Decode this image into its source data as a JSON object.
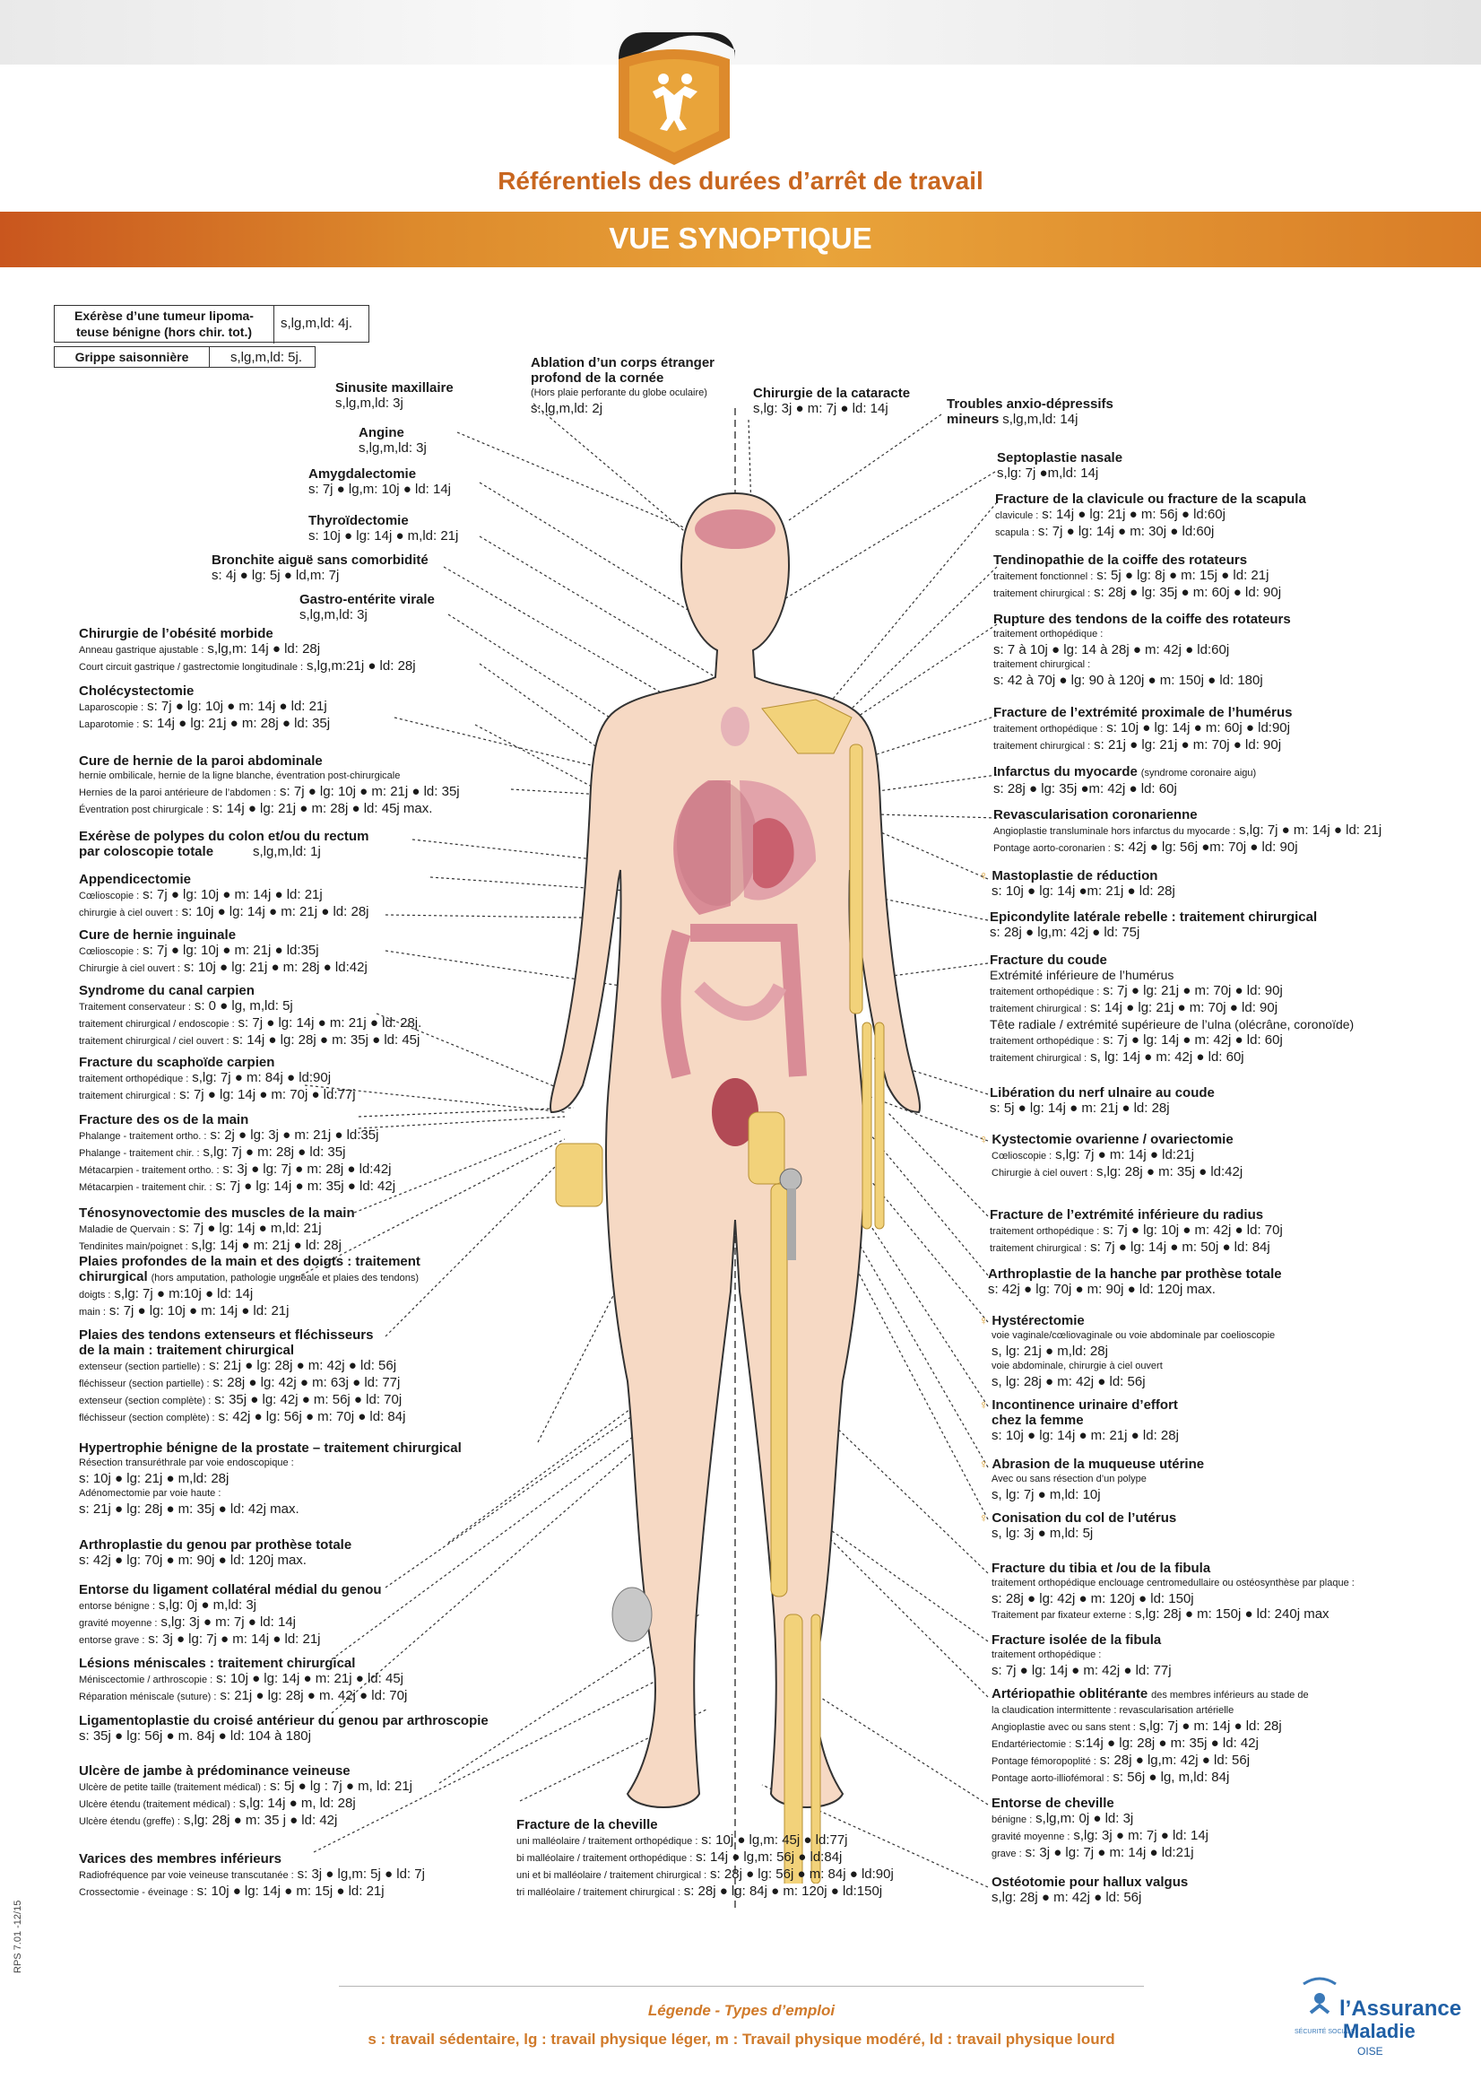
{
  "header": {
    "title": "Référentiels des durées d’arrêt de travail",
    "banner": "VUE SYNOPTIQUE"
  },
  "top_boxes": [
    {
      "name": "Exérèse d’une tumeur lipoma-",
      "name2": "teuse bénigne (hors chir. tot.)",
      "value": "s,lg,m,ld: 4j."
    },
    {
      "name": "Grippe saisonnière",
      "value": "s,lg,m,ld: 5j."
    }
  ],
  "top_center": {
    "cornee": {
      "l1": "Ablation d’un corps étranger",
      "l2": "profond de la cornée",
      "l3": "(Hors plaie perforante du globe oculaire)",
      "l4": "s:,lg,m,ld: 2j"
    },
    "cataracte": {
      "l1": "Chirurgie de la cataracte",
      "l2": "s,lg: 3j ● m: 7j ● ld: 14j"
    }
  },
  "left": {
    "sinusite": {
      "h": "Sinusite maxillaire",
      "v": "s,lg,m,ld: 3j"
    },
    "angine": {
      "h": "Angine",
      "v": "s,lg,m,ld: 3j"
    },
    "amygda": {
      "h": "Amygdalectomie",
      "v": "s: 7j ● lg,m: 10j ● ld: 14j"
    },
    "thyro": {
      "h": "Thyroïdectomie",
      "v": "s: 10j ● lg: 14j ● m,ld: 21j"
    },
    "bronchite": {
      "h": "Bronchite aiguë sans comorbidité",
      "v": "s: 4j ● lg: 5j ● ld,m: 7j"
    },
    "gastro": {
      "h": "Gastro-entérite virale",
      "v": "s,lg,m,ld: 3j"
    },
    "obesite": {
      "h": "Chirurgie de l’obésité morbide",
      "a1": "Anneau gastrique ajustable :",
      "v1": "s,lg,m: 14j ● ld: 28j",
      "a2": "Court circuit gastrique / gastrectomie longitudinale :",
      "v2": "s,lg,m:21j ● ld: 28j"
    },
    "chole": {
      "h": "Cholécystectomie",
      "a1": "Laparoscopie :",
      "v1": "s: 7j ● lg: 10j ● m: 14j ● ld: 21j",
      "a2": "Laparotomie :",
      "v2": "s: 14j ● lg: 21j ● m: 28j ● ld: 35j"
    },
    "hernie_paroi": {
      "h": "Cure de hernie de la paroi abdominale",
      "s": "hernie ombilicale, hernie de la ligne blanche, éventration post-chirurgicale",
      "a1": "Hernies de la paroi antérieure de l’abdomen :",
      "v1": "s: 7j ● lg: 10j ● m: 21j ● ld: 35j",
      "a2": "Éventration post chirurgicale :",
      "v2": "s: 14j ● lg: 21j ● m: 28j ● ld: 45j max."
    },
    "polypes": {
      "h": "Exérèse de polypes du colon et/ou du rectum",
      "h2": "par coloscopie totale",
      "v": "s,lg,m,ld: 1j"
    },
    "appendice": {
      "h": "Appendicectomie",
      "a1": "Cœlioscopie :",
      "v1": "s: 7j ● lg: 10j ● m: 14j ● ld: 21j",
      "a2": "chirurgie à ciel ouvert :",
      "v2": "s: 10j ● lg: 14j ● m: 21j ● ld: 28j"
    },
    "inguinale": {
      "h": "Cure de hernie inguinale",
      "a1": "Cœlioscopie :",
      "v1": "s: 7j ● lg: 10j ● m: 21j ● ld:35j",
      "a2": "Chirurgie à ciel ouvert :",
      "v2": "s: 10j ● lg: 21j ● m: 28j ● ld:42j"
    },
    "carpien": {
      "h": "Syndrome du canal carpien",
      "a1": "Traitement conservateur :",
      "v1": "s: 0 ● lg, m,ld: 5j",
      "a2": "traitement chirurgical / endoscopie :",
      "v2": "s: 7j ● lg: 14j ● m: 21j ● ld: 28j.",
      "a3": "traitement chirurgical / ciel ouvert :",
      "v3": "s: 14j ● lg: 28j ● m: 35j ● ld: 45j"
    },
    "scaphoide": {
      "h": "Fracture du scaphoïde carpien",
      "a1": "traitement orthopédique :",
      "v1": "s,lg: 7j ● m: 84j ● ld:90j",
      "a2": "traitement chirurgical :",
      "v2": "s: 7j ● lg: 14j ● m: 70j ● ld:77j"
    },
    "os_main": {
      "h": "Fracture des os de la main",
      "a1": "Phalange - traitement ortho. :",
      "v1": "s: 2j ● lg: 3j ● m: 21j ● ld:35j",
      "a2": "Phalange - traitement chir. :",
      "v2": "s,lg: 7j ● m: 28j ● ld: 35j",
      "a3": "Métacarpien - traitement ortho. :",
      "v3": "s: 3j ● lg: 7j ● m: 28j ● ld:42j",
      "a4": "Métacarpien - traitement chir. :",
      "v4": "s: 7j ● lg: 14j ● m: 35j ● ld: 42j"
    },
    "teno": {
      "h": "Ténosynovectomie des muscles de la main",
      "a1": "Maladie de Quervain :",
      "v1": "s: 7j ● lg: 14j ● m,ld: 21j",
      "a2": "Tendinites main/poignet :",
      "v2": "s,lg: 14j ● m: 21j ● ld: 28j"
    },
    "plaies": {
      "h": "Plaies profondes de la main et des doigts : traitement",
      "h2": "chirurgical",
      "s": "(hors amputation, pathologie unguéale et plaies des tendons)",
      "a1": "doigts :",
      "v1": "s,lg: 7j ● m:10j ● ld: 14j",
      "a2": "main :",
      "v2": "s: 7j ● lg: 10j ● m: 14j ● ld: 21j"
    },
    "tendons": {
      "h": "Plaies des tendons extenseurs et fléchisseurs",
      "h2": "de la main : traitement chirurgical",
      "a1": "extenseur (section partielle) :",
      "v1": "s: 21j ● lg: 28j ● m: 42j ● ld: 56j",
      "a2": "fléchisseur (section partielle) :",
      "v2": "s: 28j ● lg: 42j ● m: 63j ● ld: 77j",
      "a3": "extenseur (section complète) :",
      "v3": "s: 35j ● lg: 42j ● m: 56j ● ld: 70j",
      "a4": "fléchisseur (section complète) :",
      "v4": "s: 42j ● lg: 56j ● m: 70j ● ld: 84j"
    },
    "prostate": {
      "h": "Hypertrophie bénigne de la prostate – traitement chirurgical",
      "a1": "Résection transuréthrale par voie endoscopique :",
      "v1": "s: 10j ● lg: 21j ● m,ld: 28j",
      "a2": "Adénomectomie par voie haute :",
      "v2": "s: 21j ● lg: 28j ● m: 35j ● ld: 42j max."
    },
    "genou": {
      "h": "Arthroplastie du genou par prothèse totale",
      "v": "s: 42j ● lg: 70j ● m: 90j ● ld: 120j max."
    },
    "entorse_genou": {
      "h": "Entorse du ligament collatéral médial du genou",
      "a1": "entorse bénigne :",
      "v1": "s,lg: 0j ● m,ld: 3j",
      "a2": "gravité moyenne :",
      "v2": "s,lg: 3j ● m: 7j ● ld: 14j",
      "a3": "entorse grave :",
      "v3": "s: 3j ● lg: 7j ● m: 14j ● ld: 21j"
    },
    "menisque": {
      "h": "Lésions méniscales : traitement chirurgical",
      "a1": "Méniscectomie / arthroscopie :",
      "v1": "s: 10j ● lg: 14j ● m: 21j ● ld: 45j",
      "a2": "Réparation méniscale (suture) :",
      "v2": "s: 21j ● lg: 28j ● m. 42j ● ld: 70j"
    },
    "croise": {
      "h": "Ligamentoplastie du croisé antérieur du genou par arthroscopie",
      "v": "s: 35j ● lg: 56j ● m. 84j ● ld: 104 à 180j"
    },
    "ulcere": {
      "h": "Ulcère de jambe à prédominance veineuse",
      "a1": "Ulcère de petite taille (traitement médical) :",
      "v1": "s: 5j ● lg : 7j ● m, ld: 21j",
      "a2": "Ulcère étendu (traitement médical) :",
      "v2": "s,lg: 14j ● m, ld: 28j",
      "a3": "Ulcère étendu (greffe) :",
      "v3": "s,lg: 28j ● m: 35 j ● ld: 42j"
    },
    "varices": {
      "h": "Varices des membres inférieurs",
      "a1": "Radiofréquence par voie veineuse transcutanée :",
      "v1": "s: 3j ● lg,m: 5j ● ld: 7j",
      "a2": "Crossectomie - éveinage :",
      "v2": "s: 10j ● lg: 14j ● m: 15j ● ld: 21j"
    }
  },
  "bottom_center": {
    "h": "Fracture de la cheville",
    "a1": "uni malléolaire / traitement orthopédique :",
    "v1": "s: 10j ● lg,m: 45j ● ld:77j",
    "a2": "bi malléolaire / traitement orthopédique :",
    "v2": "s: 14j ● lg,m: 56j ● ld:84j",
    "a3": "uni et bi malléolaire / traitement chirurgical :",
    "v3": "s: 28j ● lg: 56j ● m: 84j ● ld:90j",
    "a4": "tri malléolaire / traitement chirurgical :",
    "v4": "s: 28j ● lg: 84j ● m: 120j ● ld:150j"
  },
  "right": {
    "anxio": {
      "h": "Troubles anxio-dépressifs",
      "h2": "mineurs",
      "v": "s,lg,m,ld: 14j"
    },
    "septo": {
      "h": "Septoplastie nasale",
      "v": "s,lg: 7j ●m,ld: 14j"
    },
    "clavicule": {
      "h": "Fracture de la clavicule ou fracture de la scapula",
      "a1": "clavicule :",
      "v1": "s: 14j ● lg: 21j ● m: 56j ● ld:60j",
      "a2": "scapula :",
      "v2": "s: 7j ● lg: 14j ● m: 30j ● ld:60j"
    },
    "coiffe": {
      "h": "Tendinopathie de la coiffe des rotateurs",
      "a1": "traitement fonctionnel :",
      "v1": "s: 5j ● lg: 8j ● m: 15j ● ld: 21j",
      "a2": "traitement chirurgical :",
      "v2": "s: 28j ● lg: 35j ● m: 60j ● ld: 90j"
    },
    "rupture": {
      "h": "Rupture des tendons de la coiffe des rotateurs",
      "a1": "traitement orthopédique :",
      "v1": "s: 7 à 10j ● lg: 14 à 28j ● m: 42j ● ld:60j",
      "a2": "traitement chirurgical :",
      "v2": "s: 42 à 70j ● lg: 90 à 120j ● m: 150j ● ld: 180j"
    },
    "humerus": {
      "h": "Fracture de l’extrémité proximale de l’humérus",
      "a1": "traitement orthopédique :",
      "v1": "s: 10j ● lg: 14j ● m: 60j ● ld:90j",
      "a2": "traitement chirurgical :",
      "v2": "s: 21j ● lg: 21j ● m: 70j ● ld: 90j"
    },
    "infarctus": {
      "h": "Infarctus du myocarde",
      "s": "(syndrome coronaire aigu)",
      "v": "s: 28j ● lg: 35j ●m: 42j ● ld: 60j"
    },
    "revasc": {
      "h": "Revascularisation coronarienne",
      "a1": "Angioplastie transluminale hors infarctus du myocarde :",
      "v1": "s,lg: 7j ● m: 14j ● ld: 21j",
      "a2": "Pontage aorto-coronarien :",
      "v2": "s: 42j ● lg: 56j ●m: 70j ● ld: 90j"
    },
    "mastoplastie": {
      "h": "Mastoplastie de réduction",
      "v": "s: 10j ● lg: 14j ●m: 21j ● ld: 28j"
    },
    "epicondylite": {
      "h": "Epicondylite latérale rebelle : traitement chirurgical",
      "v": "s: 28j ● lg,m: 42j ● ld: 75j"
    },
    "coude": {
      "h": "Fracture du coude",
      "s1": "Extrémité inférieure de l’humérus",
      "a1": "traitement orthopédique :",
      "v1": "s: 7j ● lg: 21j ● m: 70j ● ld: 90j",
      "a2": "traitement chirurgical :",
      "v2": "s: 14j ● lg: 21j ● m: 70j ● ld: 90j",
      "s2": "Tête radiale / extrémité supérieure de l’ulna (olécrâne, coronoïde)",
      "a3": "traitement orthopédique :",
      "v3": "s: 7j ● lg: 14j ● m: 42j ● ld: 60j",
      "a4": "traitement chirurgical :",
      "v4": "s, lg: 14j ● m: 42j ● ld: 60j"
    },
    "ulnaire": {
      "h": "Libération du nerf ulnaire au coude",
      "v": "s: 5j ● lg: 14j ● m: 21j ● ld: 28j"
    },
    "kystectomie": {
      "h": "Kystectomie ovarienne / ovariectomie",
      "a1": "Cœlioscopie :",
      "v1": "s,lg: 7j ● m: 14j ● ld:21j",
      "a2": "Chirurgie à ciel ouvert :",
      "v2": "s,lg: 28j ● m: 35j ● ld:42j"
    },
    "radius": {
      "h": "Fracture de l’extrémité inférieure du radius",
      "a1": "traitement orthopédique :",
      "v1": "s: 7j ● lg: 10j ● m: 42j ● ld: 70j",
      "a2": "traitement chirurgical :",
      "v2": "s: 7j ● lg: 14j ● m: 50j ● ld: 84j"
    },
    "hanche": {
      "h": "Arthroplastie de la hanche par prothèse totale",
      "v": "s: 42j ● lg: 70j ● m: 90j ● ld: 120j max."
    },
    "hysterectomie": {
      "h": "Hystérectomie",
      "a1": "voie vaginale/cœliovaginale ou voie abdominale par coelioscopie",
      "v1": "s, lg: 21j ● m,ld: 28j",
      "a2": "voie abdominale, chirurgie à ciel ouvert",
      "v2": "s, lg: 28j ● m: 42j ● ld: 56j"
    },
    "incontinence": {
      "h": "Incontinence urinaire d’effort",
      "h2": "chez la femme",
      "v": "s: 10j ● lg: 14j ● m: 21j ● ld: 28j"
    },
    "abrasion": {
      "h": "Abrasion de la muqueuse utérine",
      "s": "Avec ou sans résection d’un polype",
      "v": "s, lg: 7j ● m,ld: 10j"
    },
    "conisation": {
      "h": "Conisation du col de l’utérus",
      "v": "s, lg: 3j ● m,ld: 5j"
    },
    "tibia": {
      "h": "Fracture du tibia et /ou de la fibula",
      "a1": "traitement orthopédique enclouage centromedullaire ou ostéosynthèse par plaque :",
      "v1": "s: 28j ● lg: 42j ● m: 120j ● ld: 150j",
      "a2": "Traitement par fixateur externe :",
      "v2": "s,lg: 28j ● m: 150j ● ld: 240j max"
    },
    "fibula": {
      "h": "Fracture isolée de la fibula",
      "a1": "traitement orthopédique :",
      "v1": "s: 7j ● lg: 14j ● m: 42j ● ld: 77j"
    },
    "arterio": {
      "h": "Artériopathie oblitérante",
      "h_tail": "des membres inférieurs au stade de",
      "s": "la claudication intermittente : revascularisation artérielle",
      "a1": "Angioplastie avec ou sans stent :",
      "v1": "s,lg: 7j ● m: 14j ● ld: 28j",
      "a2": "Endartériectomie :",
      "v2": "s:14j ● lg: 28j ● m: 35j ● ld: 42j",
      "a3": "Pontage fémoropoplité :",
      "v3": "s: 28j ● lg,m: 42j ● ld: 56j",
      "a4": "Pontage aorto-illiofémoral :",
      "v4": "s: 56j ● lg, m,ld: 84j"
    },
    "entorse_cheville": {
      "h": "Entorse de cheville",
      "a1": "bénigne :",
      "v1": "s,lg,m: 0j ● ld: 3j",
      "a2": "gravité moyenne :",
      "v2": "s,lg: 3j ● m: 7j ● ld: 14j",
      "a3": "grave :",
      "v3": "s: 3j ● lg: 7j ● m: 14j ● ld:21j"
    },
    "hallux": {
      "h": "Ostéotomie pour hallux valgus",
      "v": "s,lg: 28j ● m: 42j ● ld: 56j"
    }
  },
  "footer": {
    "legend_title": "Légende - Types d’emploi",
    "legend": "s : travail sédentaire, lg : travail physique léger, m : Travail physique modéré, ld : travail physique lourd",
    "code": "RPS 7.01 -12/15",
    "brand1": "l’Assurance",
    "brand2": "Maladie",
    "brand3": "OISE",
    "brand_small": "SÉCURITÉ SOCIALE"
  },
  "colors": {
    "orange": "#d97a27",
    "title": "#c8661f",
    "skin": "#f6d9c4",
    "organ": "#d98c96",
    "bone": "#f2d27a"
  },
  "female_icon": "♀"
}
